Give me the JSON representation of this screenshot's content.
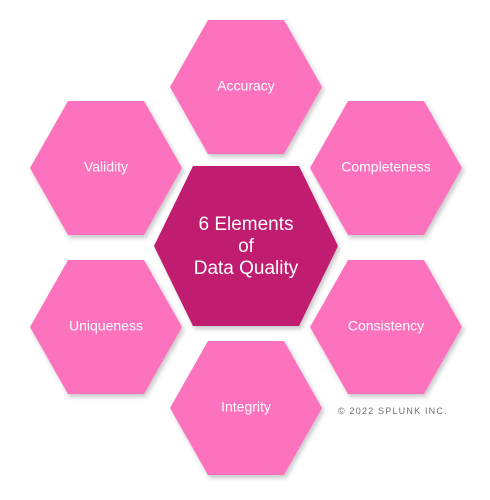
{
  "colors": {
    "outer_fill": "#fc72bd",
    "center_fill": "#c01b6f",
    "label_text": "#ffffff",
    "copyright_text": "#6e6e6e"
  },
  "center": {
    "lines": [
      "6 Elements",
      "of",
      "Data Quality"
    ]
  },
  "elements": [
    {
      "id": "accuracy",
      "label": "Accuracy"
    },
    {
      "id": "completeness",
      "label": "Completeness"
    },
    {
      "id": "consistency",
      "label": "Consistency"
    },
    {
      "id": "integrity",
      "label": "Integrity"
    },
    {
      "id": "uniqueness",
      "label": "Uniqueness"
    },
    {
      "id": "validity",
      "label": "Validity"
    }
  ],
  "copyright": "© 2022 SPLUNK INC."
}
